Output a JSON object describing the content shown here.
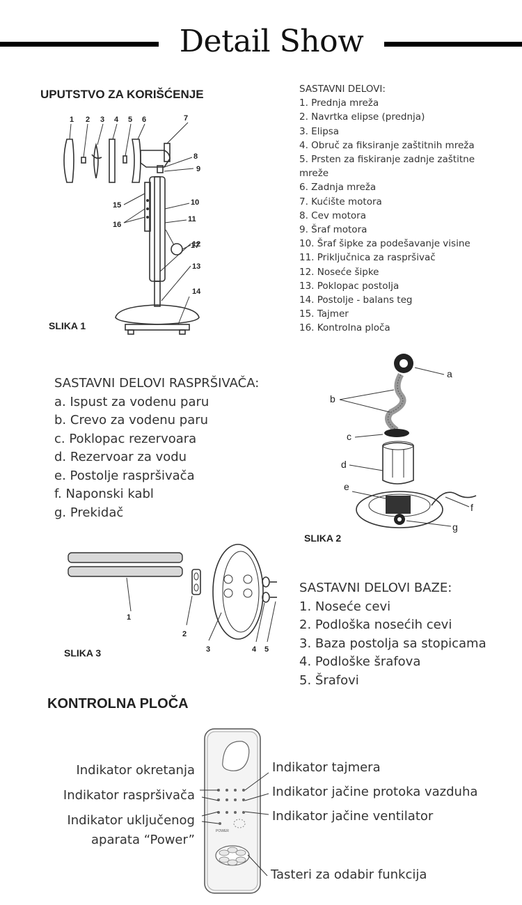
{
  "header": {
    "title": "Detail Show"
  },
  "section1": {
    "heading": "UPUTSTVO ZA KORIŠĆENJE",
    "figure_label": "SLIKA 1",
    "parts_title": "SASTAVNI DELOVI:",
    "parts": [
      "1. Prednja mreža",
      "2. Navrtka elipse (prednja)",
      "3. Elipsa",
      "4. Obruč za fiksiranje zaštitnih mreža",
      "5. Prsten za fiskiranje zadnje zaštitne",
      "mreže",
      "6. Zadnja mreža",
      "7. Kućište motora",
      "8. Cev motora",
      "9. Šraf motora",
      "10. Šraf šipke za podešavanje visine",
      "11. Priključnica za raspršivač",
      "12. Noseće šipke",
      "13. Poklopac postolja",
      "14. Postolje - balans teg",
      "15. Tajmer",
      "16. Kontrolna ploča"
    ],
    "callouts": [
      "1",
      "2",
      "3",
      "4",
      "5",
      "6",
      "7",
      "8",
      "9",
      "10",
      "11",
      "12",
      "13",
      "14",
      "15",
      "16",
      "17"
    ]
  },
  "section2": {
    "parts_title": "SASTAVNI DELOVI RASPRŠIVAČA:",
    "parts": [
      "a. Ispust za vodenu paru",
      "b. Crevo za vodenu paru",
      "c. Poklopac rezervoara",
      "d. Rezervoar za vodu",
      "e. Postolje raspršivača",
      "f. Naponski kabl",
      "g. Prekidač"
    ],
    "figure_label": "SLIKA 2",
    "callouts": [
      "a",
      "b",
      "c",
      "d",
      "e",
      "f",
      "g"
    ]
  },
  "section3": {
    "figure_label": "SLIKA 3",
    "parts_title": "SASTAVNI DELOVI BAZE:",
    "parts": [
      "1. Noseće cevi",
      "2. Podloška nosećih cevi",
      "3. Baza postolja sa stopicama",
      "4. Podloške šrafova",
      "5. Šrafovi"
    ],
    "callouts": [
      "1",
      "2",
      "3",
      "4",
      "5"
    ]
  },
  "section4": {
    "heading": "KONTROLNA PLOČA",
    "labels_left": [
      "Indikator okretanja",
      "Indikator raspršivača",
      "Indikator uključenog",
      "aparata “Power”"
    ],
    "labels_right": [
      "Indikator tajmera",
      "Indikator jačine protoka vazduha",
      "Indikator jačine ventilator",
      "Tasteri za odabir funkcija"
    ],
    "panel_text": "POWER"
  }
}
